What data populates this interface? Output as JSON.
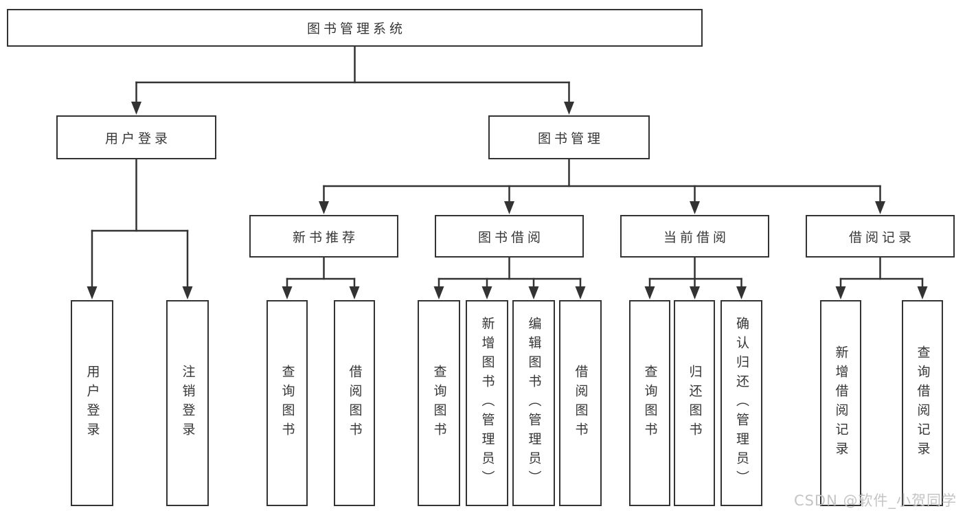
{
  "diagram": {
    "type": "hierarchy-tree",
    "tree": {
      "label": "图书管理系统",
      "children": [
        {
          "label": "用户登录",
          "children": [
            {
              "label": "用户登录"
            },
            {
              "label": "注销登录"
            }
          ]
        },
        {
          "label": "图书管理",
          "children": [
            {
              "label": "新书推荐",
              "children": [
                {
                  "label": "查询图书"
                },
                {
                  "label": "借阅图书"
                }
              ]
            },
            {
              "label": "图书借阅",
              "children": [
                {
                  "label": "查询图书"
                },
                {
                  "label": "新增图书（管理员）"
                },
                {
                  "label": "编辑图书（管理员）"
                },
                {
                  "label": "借阅图书"
                }
              ]
            },
            {
              "label": "当前借阅",
              "children": [
                {
                  "label": "查询图书"
                },
                {
                  "label": "归还图书"
                },
                {
                  "label": "确认归还（管理员）"
                }
              ]
            },
            {
              "label": "借阅记录",
              "children": [
                {
                  "label": "新增借阅记录"
                },
                {
                  "label": "查询借阅记录"
                }
              ]
            }
          ]
        }
      ]
    },
    "colors": {
      "line": "#333333",
      "node_border": "#333333",
      "text": "#363636",
      "background": "#ffffff",
      "watermark": "#c4c4c4"
    }
  },
  "watermark": "CSDN @软件_小贺同学"
}
